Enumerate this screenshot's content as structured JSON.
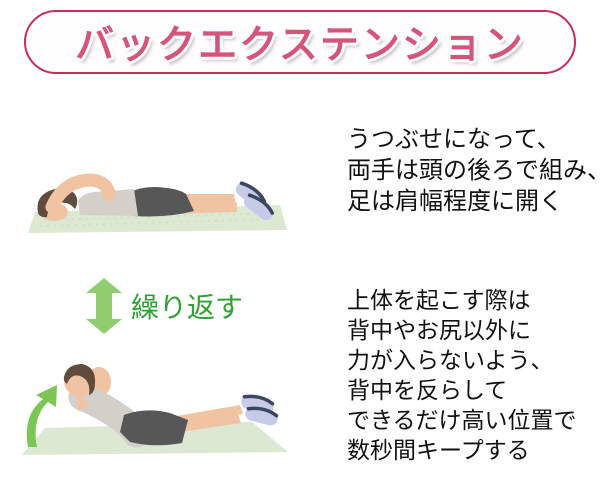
{
  "banner": {
    "title": "バックエクステンション"
  },
  "step1": {
    "lines": [
      "うつぶせになって、",
      "両手は頭の後ろで組み、",
      "足は肩幅程度に開く"
    ]
  },
  "repeat": {
    "label": "繰り返す"
  },
  "step2": {
    "lines": [
      "上体を起こす際は",
      "背中やお尻以外に",
      "力が入らないよう、",
      "背中を反らして",
      "できるだけ高い位置で",
      "数秒間キープする"
    ]
  },
  "theme": {
    "page-bg": "#ffffff",
    "banner-border": "#c62d59",
    "title-pink": "#d6537a",
    "text-color": "#111111",
    "repeat-green": "#2fa135",
    "arrow-green": "#8fcd6f",
    "swoosh-green": "#7cc654",
    "mat-green": "#dce8d2",
    "mat-texture": "#c9d9bd",
    "skin": "#f0c3a3",
    "hair": "#5f4c3c",
    "tank": "#d5cfca",
    "shorts": "#575757",
    "shoe": "#c7cbe7",
    "shoe-dark": "#3b4660"
  }
}
